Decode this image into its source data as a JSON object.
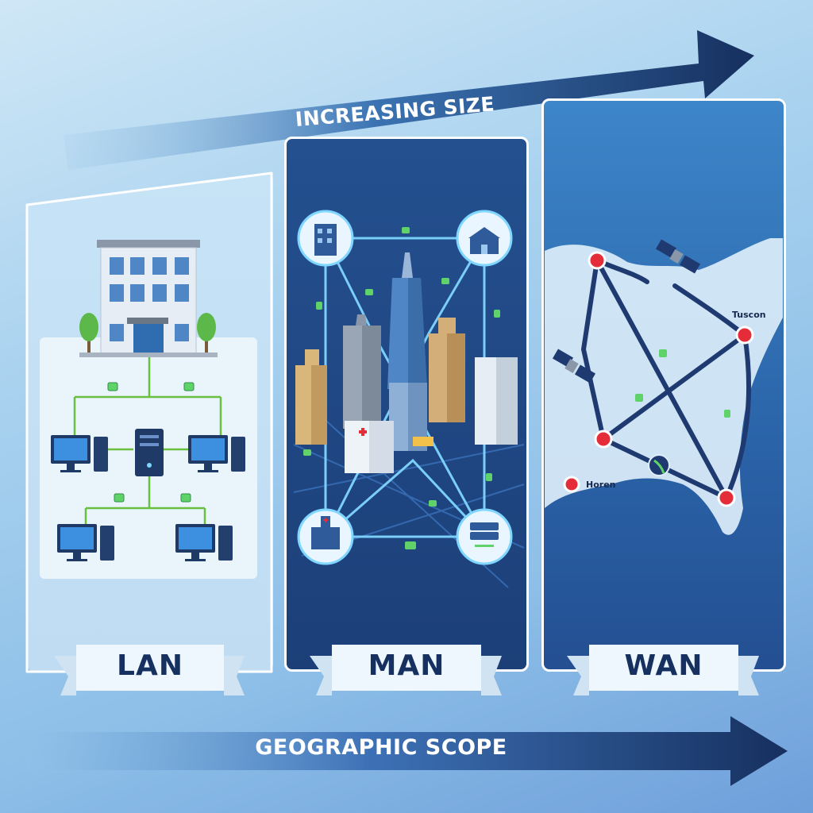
{
  "arrows": {
    "size_label": "INCREASING SIZE",
    "scope_label": "GEOGRAPHIC SCOPE"
  },
  "panels": {
    "lan": {
      "label": "LAN"
    },
    "man": {
      "label": "MAN"
    },
    "wan": {
      "label": "WAN",
      "cities": [
        "Tuscon",
        "Horen"
      ]
    }
  },
  "colors": {
    "arrow_dark": "#16305f",
    "lan_link": "#6bbf3f",
    "man_link": "#7fd6ff",
    "wan_node": "#e52d3a",
    "ribbon": "#eaf6ff"
  },
  "icons": {
    "lan": [
      "office-building-icon",
      "server-icon",
      "desktop-computer-icon",
      "tree-icon",
      "data-packet-icon"
    ],
    "man": [
      "office-building-icon",
      "school-icon",
      "hospital-icon",
      "server-rack-icon",
      "skyscraper-icon"
    ],
    "wan": [
      "satellite-icon",
      "globe-icon",
      "city-node-icon"
    ]
  }
}
